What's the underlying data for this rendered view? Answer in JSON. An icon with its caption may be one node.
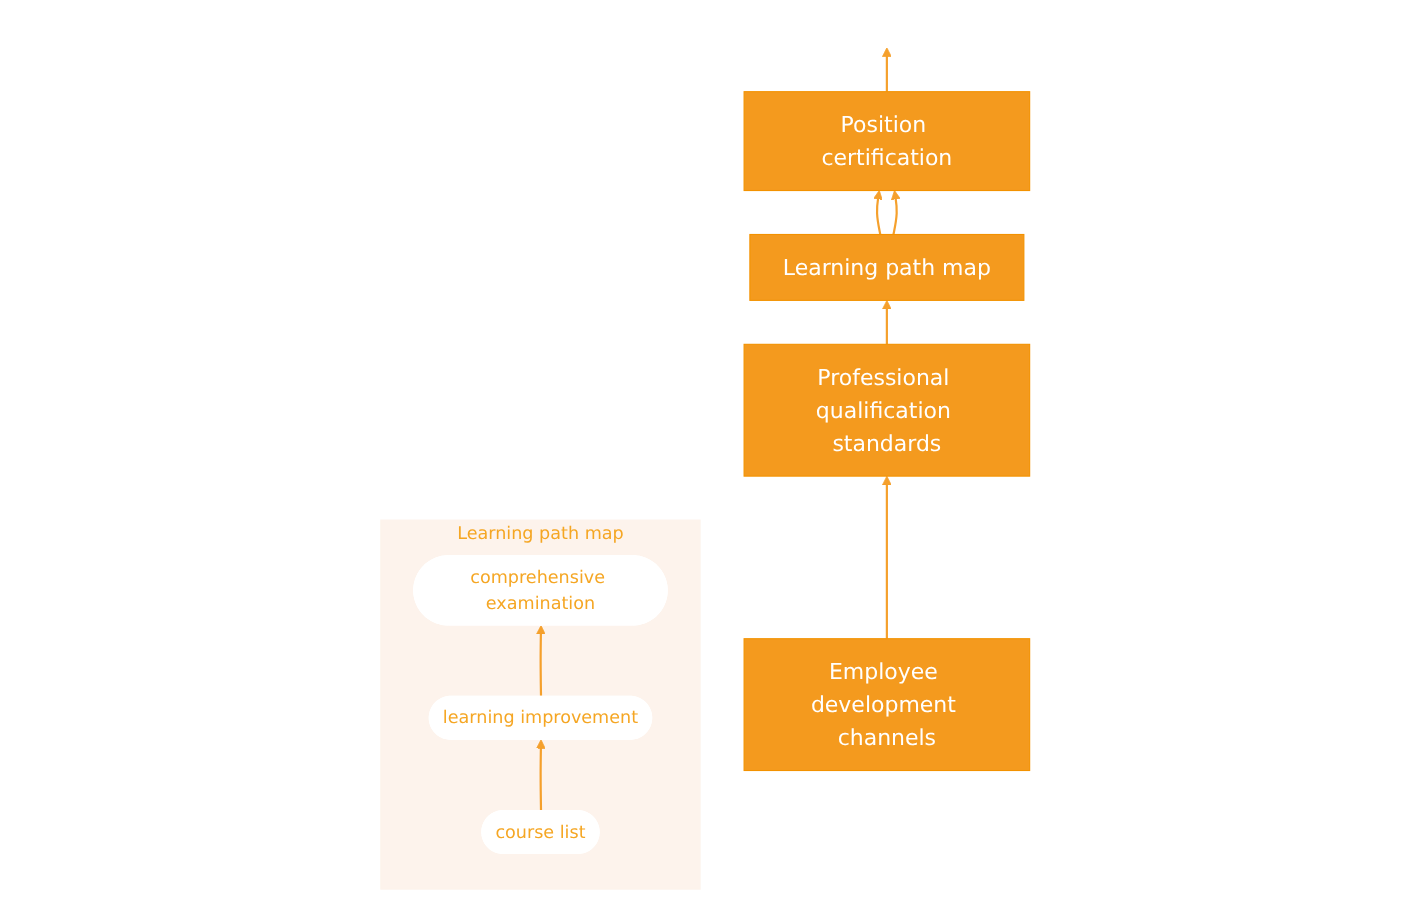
{
  "diagram": {
    "nodes": [
      {
        "text": [
          "Position certification"
        ]
      },
      {
        "text": [
          "Learning path map"
        ]
      },
      {
        "text": [
          "Professional qualification standards"
        ]
      },
      {
        "text": [
          "Employee development channels"
        ]
      },
      {
        "text": [
          "Learning path map"
        ]
      },
      {
        "text": [
          "comprehensive examination"
        ],
        "in": 4
      },
      {
        "text": [
          "learning improvement"
        ],
        "in": 4
      },
      {
        "text": [
          "course list"
        ],
        "in": 4
      }
    ],
    "edges": [
      {
        "from": 0,
        "to": null,
        "arrow": "to"
      },
      {
        "from": 1,
        "to": 0,
        "arrow": "to"
      },
      {
        "from": 2,
        "to": 1,
        "arrow": "to"
      },
      {
        "from": 3,
        "to": 2,
        "arrow": "to"
      },
      {
        "from": 1,
        "to": 0,
        "arrow": "to"
      },
      {
        "from": 7,
        "to": 6,
        "arrow": "to"
      },
      {
        "from": 6,
        "to": 5,
        "arrow": "to"
      }
    ]
  }
}
